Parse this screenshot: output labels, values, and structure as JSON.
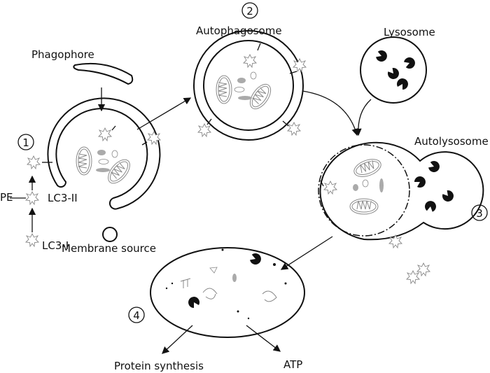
{
  "labels": {
    "phagophore": "Phagophore",
    "autophagosome": "Autophagosome",
    "lysosome": "Lysosome",
    "autolysosome": "Autolysosome",
    "pe": "PE",
    "lc3_ii": "LC3-II",
    "lc3_i": "LC3-I",
    "membrane_source": "Membrane source",
    "protein_synthesis": "Protein synthesis",
    "atp": "ATP"
  },
  "steps": [
    "1",
    "2",
    "3",
    "4"
  ]
}
